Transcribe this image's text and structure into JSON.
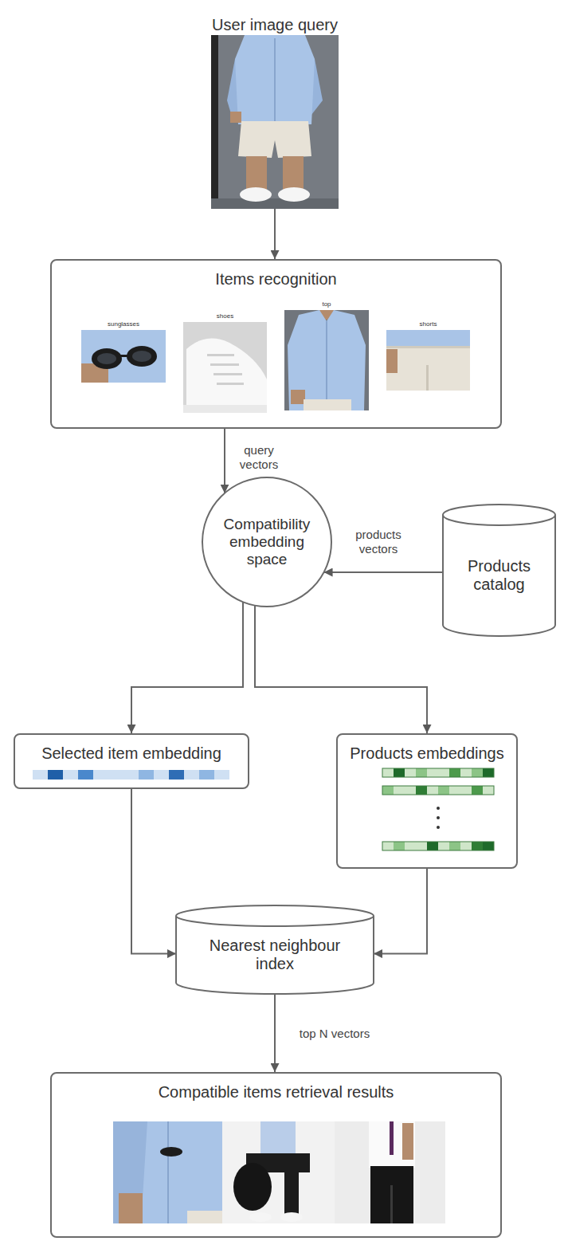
{
  "diagram": {
    "nodes": [
      {
        "text": [
          "User image query"
        ]
      },
      {
        "text": [
          "Items recognition"
        ]
      },
      {
        "text": [
          "sunglasses"
        ],
        "in": 1
      },
      {
        "text": [
          "shoes"
        ],
        "in": 1
      },
      {
        "text": [
          "top"
        ],
        "in": 1
      },
      {
        "text": [
          "shorts"
        ],
        "in": 1
      },
      {
        "text": [
          "Compatibility embedding space"
        ]
      },
      {
        "text": [
          "Products catalog"
        ]
      },
      {
        "text": [
          "Selected item embedding"
        ]
      },
      {
        "text": [
          "Products embeddings"
        ]
      },
      {
        "text": [
          "Nearest neighbour index"
        ]
      },
      {
        "text": [
          "Compatible items retrieval results"
        ]
      }
    ],
    "edges": [
      {
        "from": 0,
        "to": 1,
        "arrow": "to"
      },
      {
        "from": 1,
        "to": 6,
        "label": "query vectors",
        "arrow": "to"
      },
      {
        "from": 7,
        "to": 6,
        "label": "products vectors",
        "arrow": "to"
      },
      {
        "from": 6,
        "to": 8,
        "arrow": "to"
      },
      {
        "from": 6,
        "to": 9,
        "arrow": "to"
      },
      {
        "from": 8,
        "to": 10,
        "arrow": "to"
      },
      {
        "from": 9,
        "to": 10,
        "arrow": "to"
      },
      {
        "from": 10,
        "to": 11,
        "label": "top N vectors",
        "arrow": "to"
      }
    ]
  }
}
